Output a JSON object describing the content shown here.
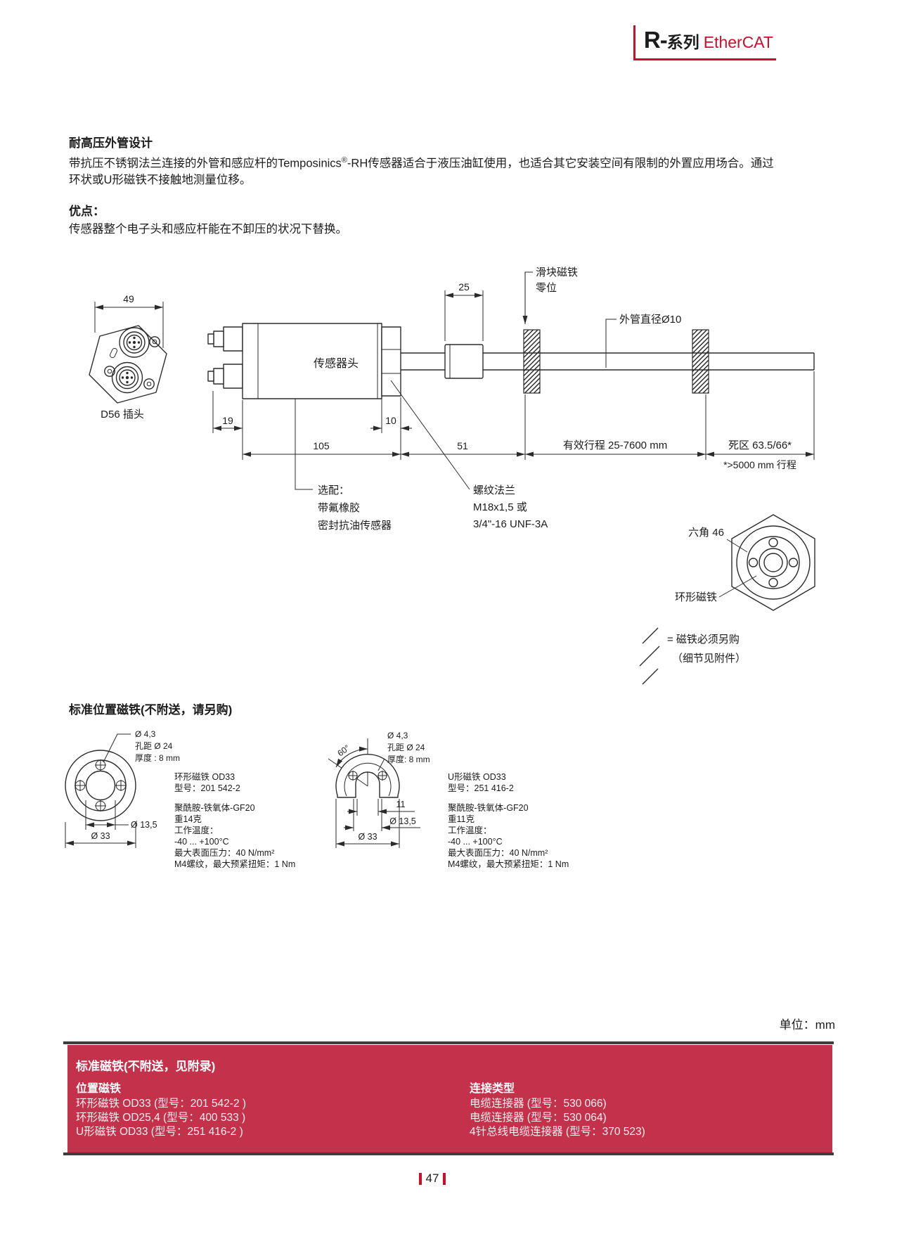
{
  "page": {
    "header": {
      "series_bold": "R-",
      "series": "系列",
      "product": "EtherCAT"
    },
    "intro": {
      "heading": "耐高压外管设计",
      "para_l1_pre": "带抗压不锈钢法兰连接的外管和感应杆的Temposinics",
      "para_sup": "®",
      "para_l1_post": "-RH传感器适合于液压油缸使用，也适合其它安装空间有限制的外置应用场合。通过",
      "para_l2": "环状或U形磁铁不接触地测量位移。",
      "benefits_heading": "优点：",
      "benefits_text": "传感器整个电子头和感应杆能在不卸压的状况下替换。"
    },
    "diagram": {
      "dim_49": "49",
      "label_d56": "D56 插头",
      "label_sensor_head": "传感器头",
      "dim_25": "25",
      "dim_19": "19",
      "dim_10": "10",
      "dim_105": "105",
      "dim_51": "51",
      "slider_magnet_line1": "滑块磁铁",
      "slider_magnet_line2": "零位",
      "pipe_diameter": "外管直径Ø10",
      "stroke_dim": "有效行程 25-7600 mm",
      "deadzone_dim": "死区 63.5/66*",
      "stroke_note": "*>5000 mm 行程",
      "option_line1": "选配：",
      "option_line2": "带氟橡胶",
      "option_line3": "密封抗油传感器",
      "flange_line1": "螺纹法兰",
      "flange_line2": "M18x1,5 或",
      "flange_line3": "3/4\"-16 UNF-3A",
      "hex_label": "六角 46",
      "ring_magnet_label": "环形磁铁",
      "magnet_note_line1": "= 磁铁必须另购",
      "magnet_note_line2": "（细节见附件）"
    },
    "magnets": {
      "heading": "标准位置磁铁(不附送，请另购)",
      "ring": {
        "dims": {
          "hole": "Ø 4,3",
          "pitch": "孔距 Ø 24",
          "thickness": "厚度 : 8 mm",
          "d_inner": "Ø 13,5",
          "d_outer": "Ø 33"
        },
        "specs": [
          "环形磁铁 OD33",
          "型号：201 542-2",
          "聚酰胺-铁氧体-GF20",
          "重14克",
          "工作温度：",
          "-40 ... +100°C",
          "最大表面压力：40 N/mm²",
          "M4螺纹，最大预紧扭矩：1 Nm"
        ]
      },
      "u": {
        "dims": {
          "angle": "60°",
          "hole": "Ø 4,3",
          "pitch": "孔距 Ø 24",
          "thickness": "厚度: 8 mm",
          "slot": "11",
          "d_inner": "Ø 13,5",
          "d_outer": "Ø 33"
        },
        "specs": [
          "U形磁铁 OD33",
          "型号：251 416-2",
          "聚酰胺-铁氧体-GF20",
          "重11克",
          "工作温度：",
          "-40 ... +100°C",
          "最大表面压力：40 N/mm²",
          "M4螺纹，最大预紧扭矩：1 Nm"
        ]
      }
    },
    "units_note": "单位：mm",
    "footer_box": {
      "title": "标准磁铁(不附送，见附录)",
      "left_heading": "位置磁铁",
      "left_items": [
        "环形磁铁 OD33 (型号：201 542-2 )",
        "环形磁铁 OD25,4 (型号：400 533 )",
        "U形磁铁 OD33 (型号：251 416-2 )"
      ],
      "right_heading": "连接类型",
      "right_items": [
        "电缆连接器 (型号：530 066)",
        "电缆连接器 (型号：530 064)",
        "4针总线电缆连接器 (型号：370 523)"
      ]
    },
    "page_number": "47",
    "colors": {
      "brand_red": "#C8102E",
      "box_red": "#C4314A",
      "line_dark": "#2b2b2b"
    }
  }
}
